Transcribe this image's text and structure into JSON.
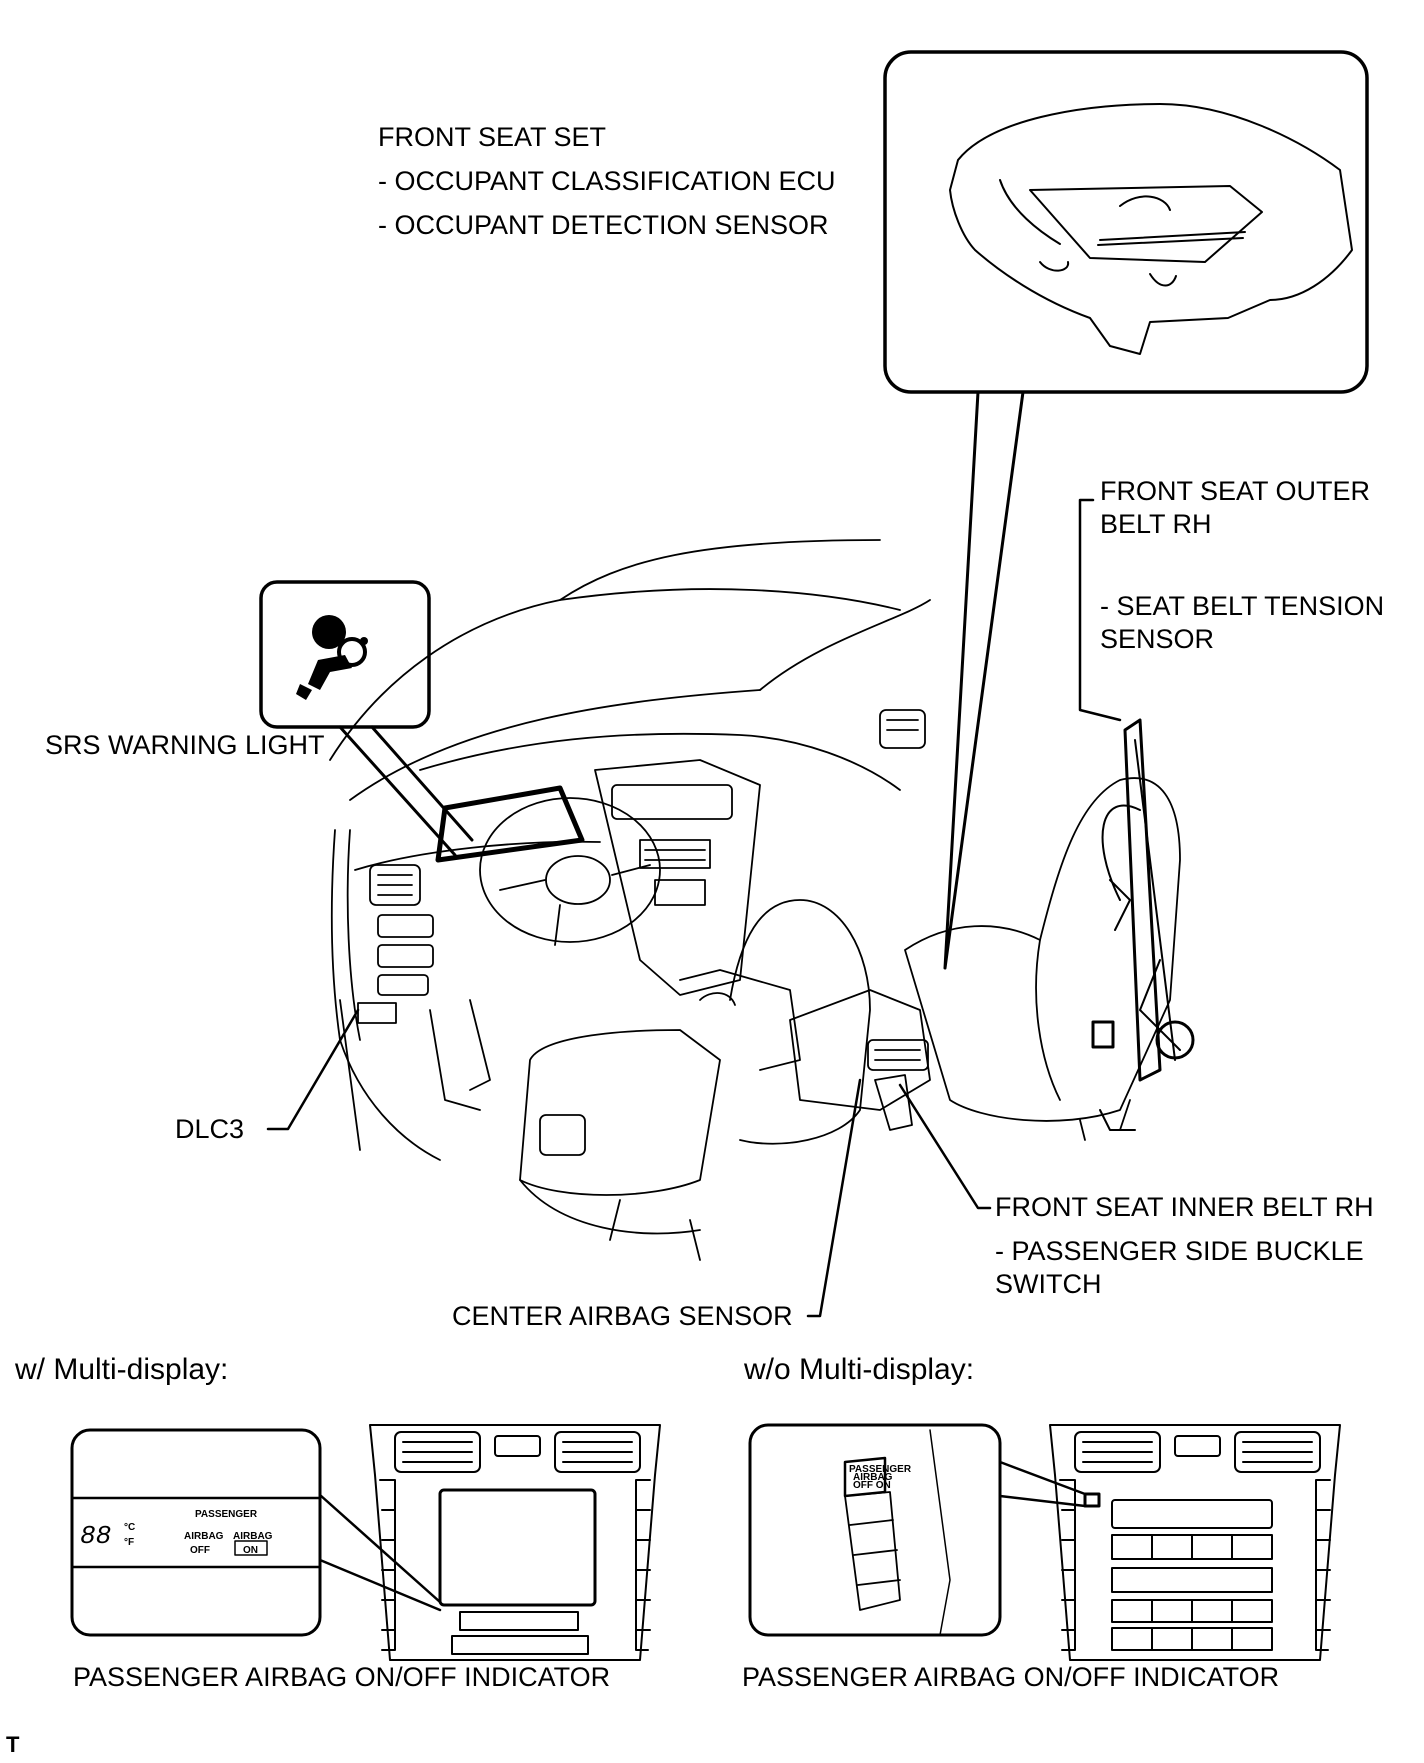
{
  "front_seat_set": {
    "title": "FRONT SEAT SET",
    "items": [
      "- OCCUPANT CLASSIFICATION ECU",
      "- OCCUPANT DETECTION SENSOR"
    ]
  },
  "outer_belt": {
    "line1": "FRONT SEAT OUTER",
    "line2": "BELT RH",
    "sub1": "- SEAT BELT TENSION",
    "sub2": "SENSOR"
  },
  "srs_warning_light": "SRS WARNING LIGHT",
  "dlc3": "DLC3",
  "inner_belt": {
    "line1": "FRONT SEAT INNER BELT RH",
    "sub1": "- PASSENGER SIDE BUCKLE",
    "sub2": "SWITCH"
  },
  "center_airbag_sensor": "CENTER AIRBAG SENSOR",
  "with_multi_display": {
    "heading": "w/ Multi-display:",
    "caption": "PASSENGER AIRBAG ON/OFF INDICATOR",
    "display_passenger": "PASSENGER",
    "display_airbag1": "AIRBAG",
    "display_airbag2": "AIRBAG",
    "display_off": "OFF",
    "display_on": "ON",
    "display_temp": "88",
    "display_c": "°C",
    "display_f": "°F"
  },
  "without_multi_display": {
    "heading": "w/o Multi-display:",
    "caption": "PASSENGER AIRBAG ON/OFF INDICATOR",
    "switch_line1": "PASSENGER",
    "switch_line2": "AIRBAG",
    "switch_line3": "OFF ON"
  },
  "footer_mark": "T"
}
